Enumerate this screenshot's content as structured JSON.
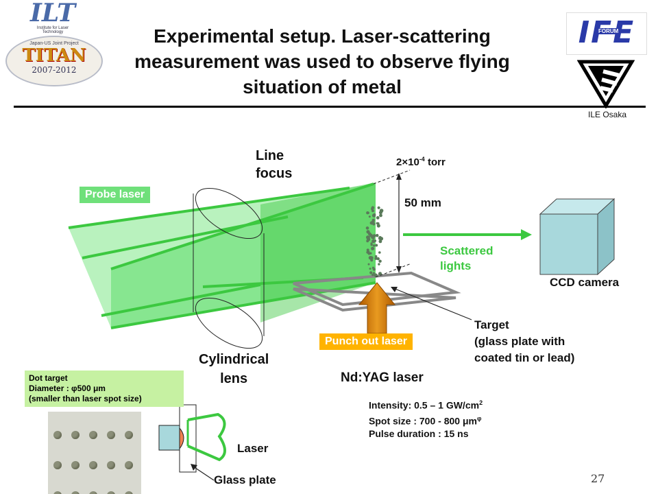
{
  "header": {
    "title": "Experimental setup.  Laser-scattering measurement was used to observe flying situation of metal",
    "ilt_logo_text": "ILT",
    "ilt_logo_sub": "Institute for Laser Technology",
    "titan_logo_top": "Japan-US Joint Project",
    "titan_logo_text": "TITAN",
    "titan_logo_years": "2007-2012",
    "ife_logo_text": "IFE",
    "ife_logo_sub": "FORUM",
    "ile_label": "ILE Osaka"
  },
  "diagram": {
    "line_focus": "Line\nfocus",
    "probe_laser": "Probe laser",
    "pressure": "2×10",
    "pressure_exp": "-4",
    "pressure_unit": " torr",
    "height": "50 mm",
    "scattered_lights": "Scattered\nlights",
    "ccd_camera": "CCD camera",
    "target_label": "Target\n(glass plate with\ncoated tin or lead)",
    "punch_out_laser": "Punch out laser",
    "cylindrical_lens": "Cylindrical\nlens",
    "nd_yag": "Nd:YAG laser",
    "specs": {
      "intensity": "Intensity: 0.5 – 1 GW/cm",
      "intensity_exp": "2",
      "spot_size": "Spot size : 700 - 800 μm",
      "spot_size_exp": "φ",
      "pulse_duration": "Pulse duration : 15 ns"
    },
    "dot_target": {
      "line1": "Dot target",
      "line2": "Diameter : φ500 μm",
      "line3": "(smaller than laser spot size)"
    },
    "laser_label": "Laser",
    "glass_plate_label": "Glass plate"
  },
  "footer": {
    "page_number": "27"
  },
  "colors": {
    "laser_green": "#3cc840",
    "sheet_green": "#7fe888",
    "punch_orange": "#e08a10",
    "ccd_blue": "#a8d8dc"
  }
}
